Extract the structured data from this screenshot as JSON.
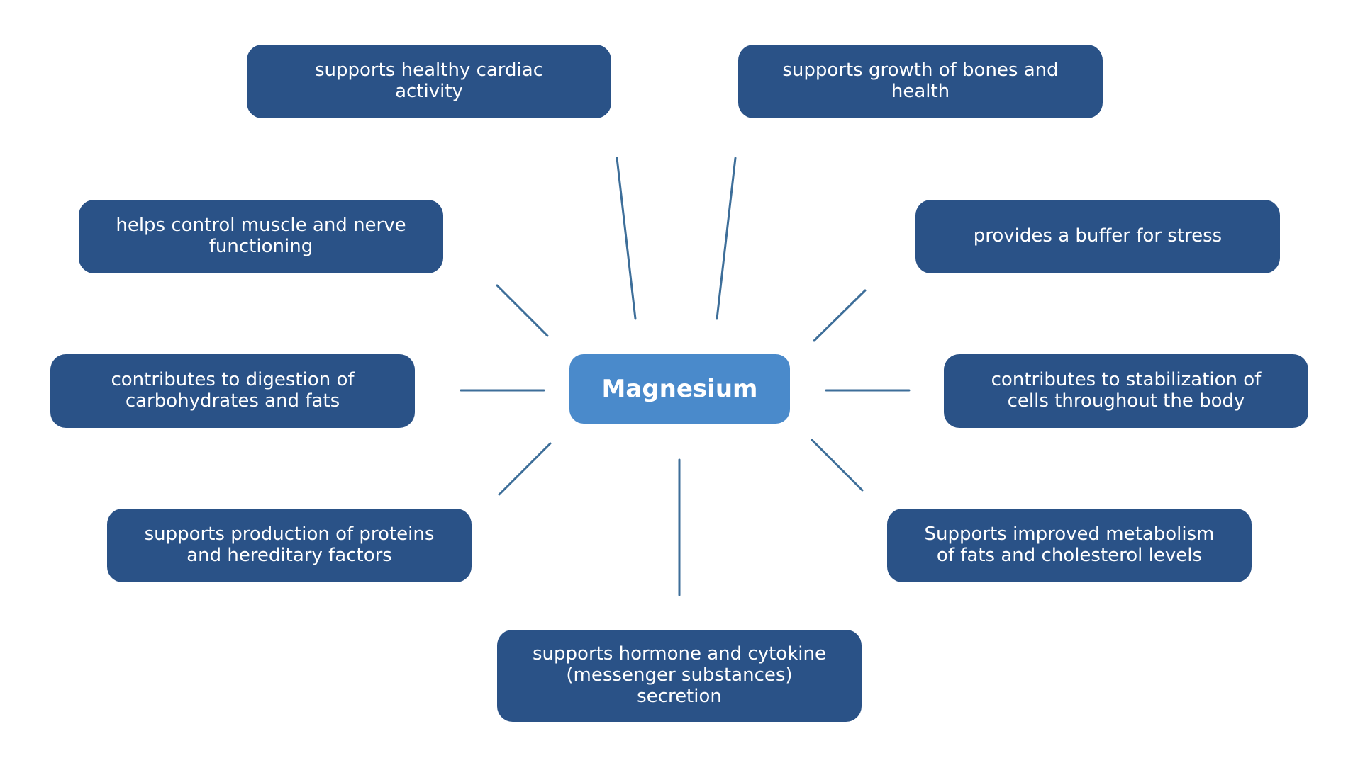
{
  "diagram": {
    "center": "Magnesium",
    "benefits": {
      "cardiac": "supports healthy cardiac\nactivity",
      "bones": "supports growth of bones and\nhealth",
      "muscle": "helps control muscle and nerve\nfunctioning",
      "stress": "provides a buffer for stress",
      "digestion": "contributes to digestion of\ncarbohydrates and fats",
      "cells": "contributes to stabilization of\ncells throughout the body",
      "proteins": "supports production of proteins\nand hereditary factors",
      "metabolism": "Supports improved metabolism\nof fats and cholesterol levels",
      "hormone": "supports hormone and cytokine\n(messenger substances)\nsecretion"
    },
    "colors": {
      "node": "#2a5287",
      "center": "#4a8acb",
      "connector": "#3d6e99"
    }
  }
}
